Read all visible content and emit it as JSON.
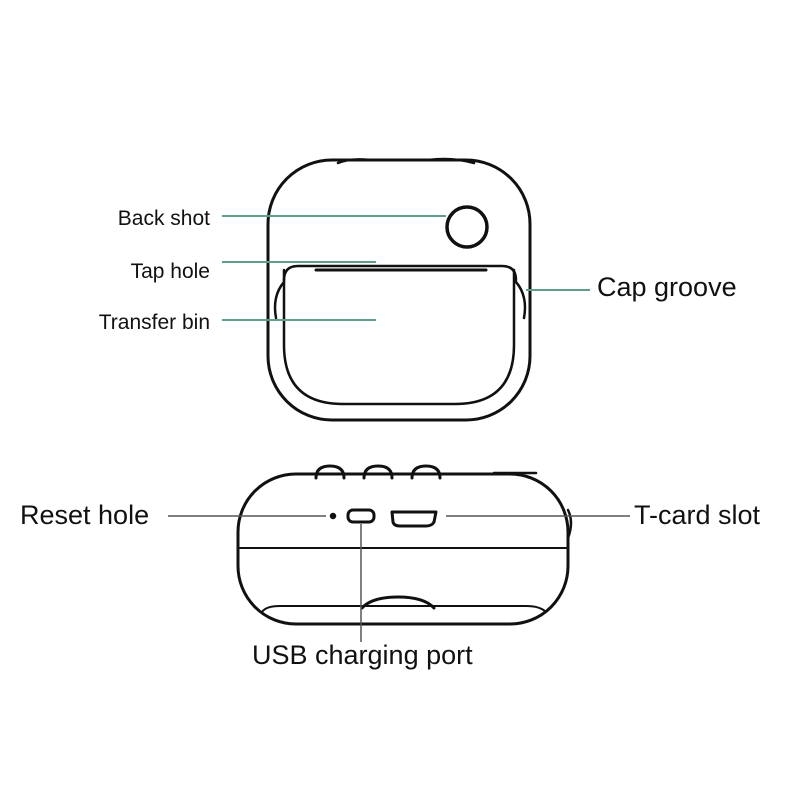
{
  "colors": {
    "outline": "#111111",
    "leader_green": "#5f9e8c",
    "leader_gray": "#555555",
    "background": "#ffffff"
  },
  "labels": {
    "back_shot": "Back shot",
    "tap_hole": "Tap hole",
    "transfer_bin": "Transfer bin",
    "cap_groove": "Cap groove",
    "reset_hole": "Reset hole",
    "t_card_slot": "T-card slot",
    "usb_charging_port": "USB charging port"
  }
}
